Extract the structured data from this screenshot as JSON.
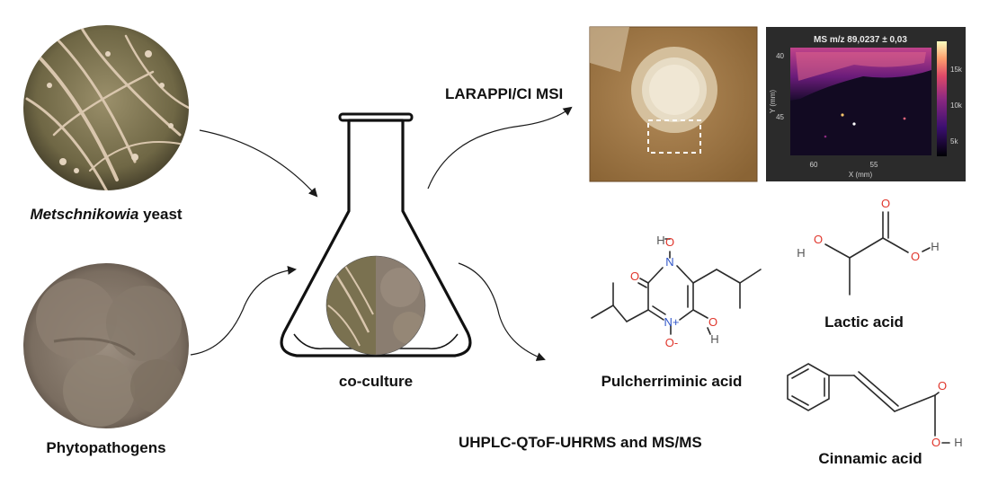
{
  "labels": {
    "yeast_prefix": "Metschnikowia",
    "yeast_suffix": " yeast",
    "phytopathogens": "Phytopathogens",
    "coculture": "co-culture",
    "msi_method": "LARAPPI/CI MSI",
    "uhplc_method": "UHPLC-QToF-UHRMS and MS/MS",
    "pulcherriminic": "Pulcherriminic acid",
    "lactic": "Lactic acid",
    "cinnamic": "Cinnamic acid"
  },
  "msi_plot": {
    "title": "MS m/z 89,0237 ± 0,03",
    "y_axis_label": "Y (mm)",
    "x_axis_label": "X (mm)",
    "y_ticks": [
      "40",
      "45"
    ],
    "x_ticks": [
      "60",
      "55"
    ],
    "colorbar_ticks": [
      "15k",
      "10k",
      "5k"
    ]
  },
  "atoms": {
    "oxygen": "O",
    "hydrogen": "H",
    "nitrogen": "N",
    "nitrogen_plus": "N+",
    "oxygen_minus": "O-"
  },
  "colors": {
    "oxygen": "#e0362c",
    "nitrogen": "#2f55c8",
    "hydrogen": "#555555",
    "bond": "#2b2b2b"
  }
}
